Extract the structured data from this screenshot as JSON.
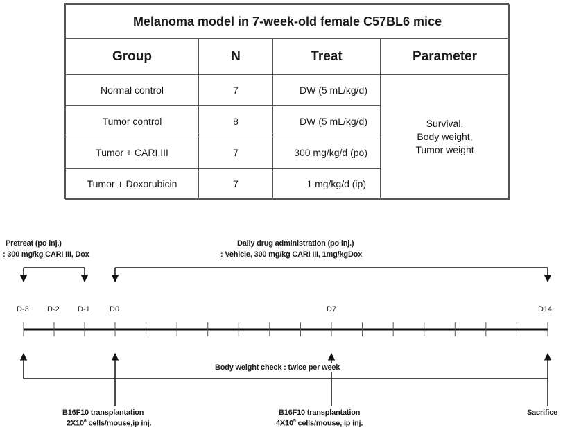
{
  "table": {
    "title": "Melanoma model in 7-week-old female C57BL6 mice",
    "headers": [
      "Group",
      "N",
      "Treat",
      "Parameter"
    ],
    "rows": [
      {
        "group": "Normal control",
        "n": "7",
        "treat": "DW (5 mL/kg/d)"
      },
      {
        "group": "Tumor control",
        "n": "8",
        "treat": "DW (5 mL/kg/d)"
      },
      {
        "group": "Tumor + CARI III",
        "n": "7",
        "treat": "300 mg/kg/d (po)"
      },
      {
        "group": "Tumor + Doxorubicin",
        "n": "7",
        "treat": "1 mg/kg/d (ip)"
      }
    ],
    "parameter": [
      "Survival,",
      "Body weight,",
      "Tumor weight"
    ]
  },
  "timeline": {
    "pretreat_line1": "Pretreat (po inj.)",
    "pretreat_line2": ": 300 mg/kg CARI III, Dox",
    "daily_line1": "Daily drug administration (po inj.)",
    "daily_line2": ": Vehicle, 300 mg/kg CARI III, 1mg/kgDox",
    "days": {
      "dm3": "D-3",
      "dm2": "D-2",
      "dm1": "D-1",
      "d0": "D0",
      "d7": "D7",
      "d14": "D14"
    },
    "body_weight": "Body weight check : twice per week",
    "transplant1_line1": "B16F10 transplantation",
    "transplant1_line2_pre": "2X10",
    "transplant1_sup": "6",
    "transplant1_line2_post": " cells/mouse,ip inj.",
    "transplant2_line1": "B16F10 transplantation",
    "transplant2_line2_pre": "4X10",
    "transplant2_sup": "5",
    "transplant2_line2_post": " cells/mouse, ip inj.",
    "sacrifice": "Sacrifice"
  }
}
